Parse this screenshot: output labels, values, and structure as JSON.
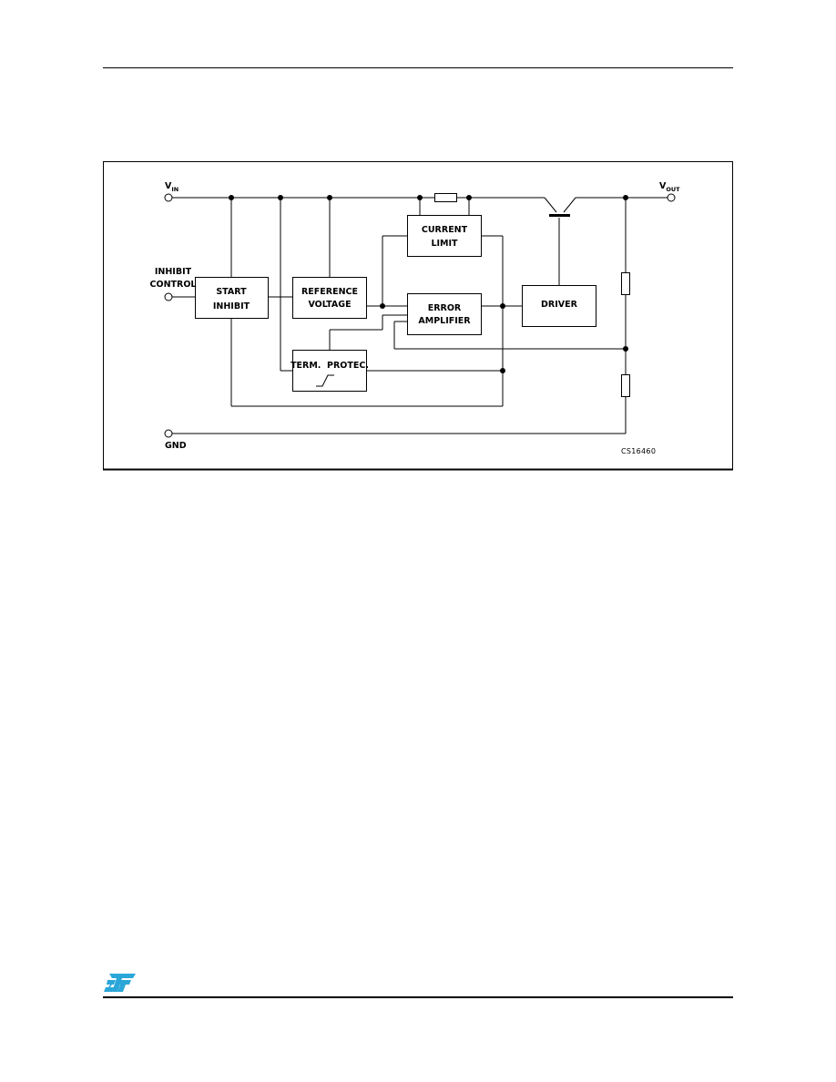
{
  "diagram": {
    "pins": {
      "vin_main": "V",
      "vin_sub": "IN",
      "vout_main": "V",
      "vout_sub": "OUT",
      "inhibit_line1": "INHIBIT",
      "inhibit_line2": "CONTROL",
      "gnd": "GND"
    },
    "blocks": {
      "start_inhibit": [
        "START",
        "INHIBIT"
      ],
      "reference_voltage": [
        "REFERENCE",
        "VOLTAGE"
      ],
      "current_limit": [
        "CURRENT",
        "LIMIT"
      ],
      "error_amplifier": [
        "ERROR",
        "AMPLIFIER"
      ],
      "driver": [
        "DRIVER"
      ],
      "term_protec": [
        "TERM.  PROTEC."
      ]
    },
    "figure_code": "CS16460"
  },
  "colors": {
    "line": "#000000",
    "background": "#ffffff"
  }
}
